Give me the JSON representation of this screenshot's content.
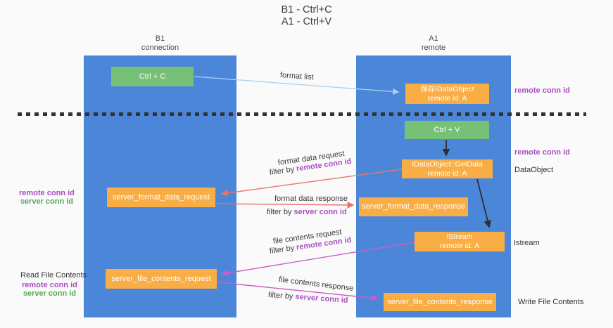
{
  "title": {
    "line1": "B1 - Ctrl+C",
    "line2": "A1 - Ctrl+V"
  },
  "columns": {
    "left": {
      "name": "B1",
      "role": "connection"
    },
    "right": {
      "name": "A1",
      "role": "remote"
    }
  },
  "boxes": {
    "ctrl_c": "Ctrl + C",
    "ctrl_v": "Ctrl + V",
    "save_idataobject": {
      "line1": "保存IDataObject",
      "line2": "remote id: A"
    },
    "getdata": {
      "line1": "IDataObject::GetData",
      "line2": "remote id: A"
    },
    "istream": {
      "line1": "IStream",
      "line2": "remote id: A"
    },
    "server_format_data_request": "server_format_data_request",
    "server_format_data_response": "server_format_data_response",
    "server_file_contents_request": "server_file_contents_request",
    "server_file_contents_response": "server_file_contents_response"
  },
  "flow_labels": {
    "format_list": "format list",
    "format_data_request": "format data request",
    "format_data_response": "format data response",
    "file_contents_request": "file contents request",
    "file_contents_response": "file contents response",
    "filter_by": "filter by ",
    "remote_conn_id": "remote conn id",
    "server_conn_id": "server conn id"
  },
  "annotations": {
    "right": {
      "remote_conn_id_top": "remote conn id",
      "remote_conn_id_mid": "remote conn id",
      "dataobject": "DataObject",
      "istream": "Istream",
      "write_file_contents": "Write File Contents"
    },
    "left": {
      "remote_conn_id_1": "remote conn id",
      "server_conn_id_1": "server conn id",
      "read_file_contents": "Read File Contents",
      "remote_conn_id_2": "remote conn id",
      "server_conn_id_2": "server conn id"
    }
  },
  "colors": {
    "column_blue": "#4c86d9",
    "node_orange": "#f9ad45",
    "node_green": "#76c176",
    "arrow_red": "#e87472",
    "arrow_magenta": "#c95fc5",
    "arrow_lightblue": "#a9d2f0",
    "arrow_black": "#2f2f2f",
    "id_purple": "#a94fc1",
    "id_green": "#57a957"
  }
}
